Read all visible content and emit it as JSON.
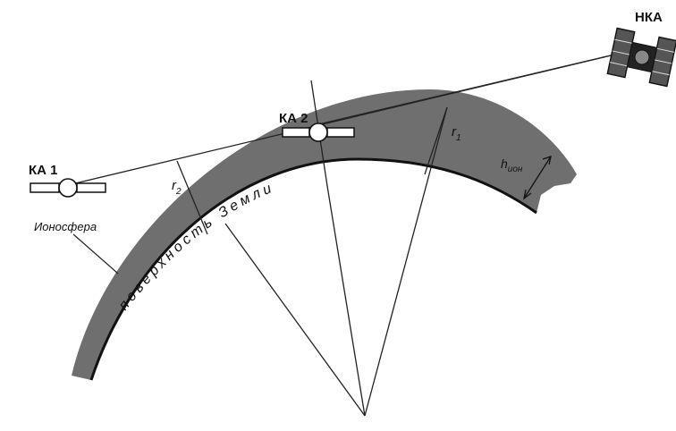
{
  "labels": {
    "nka": "НКА",
    "ka1": "КА 1",
    "ka2": "КА 2",
    "r1": "r",
    "r1_sub": "1",
    "r2": "r",
    "r2_sub": "2",
    "h_ion": "h",
    "h_ion_sub": "ион",
    "ionosphere": "Ионосфера",
    "earth_surface": "поверхность Земли"
  },
  "colors": {
    "ionosphere_fill": "#6f6f6f",
    "line": "#222222",
    "background": "#ffffff"
  },
  "icons": {
    "ka1": "satellite-icon",
    "ka2": "satellite-icon",
    "nka": "navigation-satellite-icon"
  }
}
